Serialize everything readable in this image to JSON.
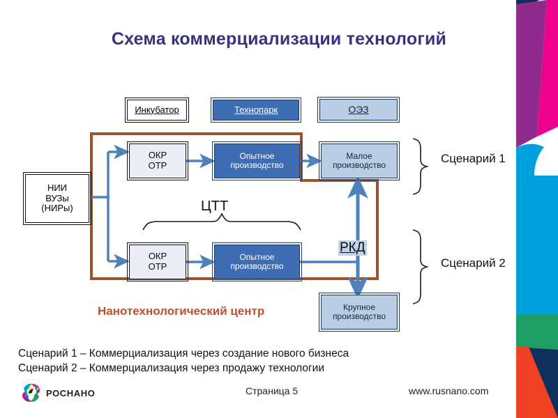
{
  "slide": {
    "title": "Схема коммерциализации технологий",
    "background": "#ffffff",
    "title_color": "#35357f"
  },
  "infrastructure_boxes": [
    {
      "id": "incubator",
      "label": "Инкубатор",
      "style": "white",
      "fill": "#ffffff",
      "text_color": "#000000"
    },
    {
      "id": "technopark",
      "label": "Технопарк",
      "style": "blue",
      "fill": "#3f6db3",
      "text_color": "#ffffff"
    },
    {
      "id": "oez",
      "label": "ОЭЗ",
      "style": "lightblue",
      "fill": "#b9cde5",
      "text_color": "#10263f"
    }
  ],
  "source_box": {
    "line1": "НИИ",
    "line2": "ВУЗы",
    "line3": "(НИРы)",
    "fill": "#ffffff"
  },
  "scenario1_chain": [
    {
      "id": "okr-otr-1",
      "line1": "ОКР",
      "line2": "ОТР",
      "fill": "#eaeff7"
    },
    {
      "id": "pilot-1",
      "line1": "Опытное",
      "line2": "производство",
      "fill": "#3f6db3"
    },
    {
      "id": "small-prod",
      "line1": "Малое",
      "line2": "производство",
      "fill": "#b9cde5"
    }
  ],
  "scenario2_chain": [
    {
      "id": "okr-otr-2",
      "line1": "ОКР",
      "line2": "ОТР",
      "fill": "#eaeff7"
    },
    {
      "id": "pilot-2",
      "line1": "Опытное",
      "line2": "производство",
      "fill": "#3f6db3"
    },
    {
      "id": "large-prod",
      "line1": "Крупное",
      "line2": "производство",
      "fill": "#b9cde5"
    }
  ],
  "annotations": {
    "ctt": "ЦТТ",
    "rkd": "РКД",
    "scenario1": "Сценарий 1",
    "scenario2": "Сценарий 2",
    "nanocenter": "Нанотехнологический центр",
    "nanocenter_color": "#c0502a",
    "outline_color": "#a0522d",
    "arrow_color": "#4f81bd"
  },
  "footnotes": {
    "line1": "Сценарий 1 – Коммерциализация через создание нового бизнеса",
    "line2": "Сценарий 2 – Коммерциализация через продажу технологии"
  },
  "footer": {
    "logo_text": "РОСНАНО",
    "page": "Страница 5",
    "url": "www.rusnano.com"
  },
  "decoration": {
    "colors": [
      "#8f2b8c",
      "#ec008c",
      "#00a0df",
      "#1e9e62",
      "#0d2f5c",
      "#f04124",
      "#7b1f6e"
    ]
  }
}
